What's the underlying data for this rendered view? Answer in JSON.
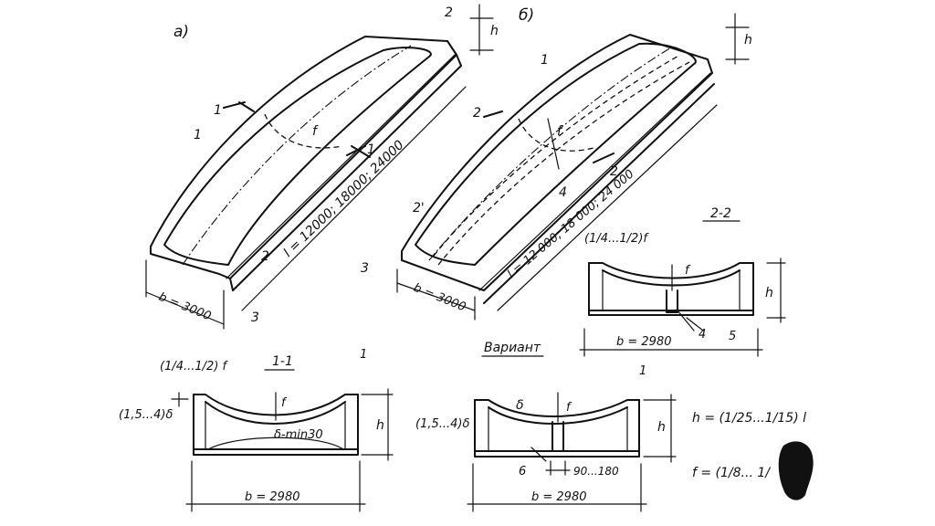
{
  "labels": {
    "fig_a": "а)",
    "fig_b": "б)",
    "num_1": "1",
    "num_2": "2",
    "num_3": "3",
    "num_4": "4",
    "num_5": "5",
    "num_6": "6",
    "num_2p": "2'",
    "h": "h",
    "f": "f",
    "delta": "δ",
    "section_11": "1-1",
    "section_22": "2-2",
    "variant": "Вариант",
    "span_a": "l = 12000; 18000; 24000",
    "span_b": "l = 12 000; 18 000; 24 000",
    "b_3000": "b = 3000",
    "b_2980": "b = 2980",
    "edge_frac": "(1/4...1/2) f",
    "edge_frac_b": "(1/4...1/2)f",
    "delta_range": "(1,5...4)δ",
    "delta_min": "δ-min30",
    "rib_width": "90...180",
    "formula_h": "h = (1/25...1/15) l",
    "formula_f": "f = (1/8... 1/"
  }
}
